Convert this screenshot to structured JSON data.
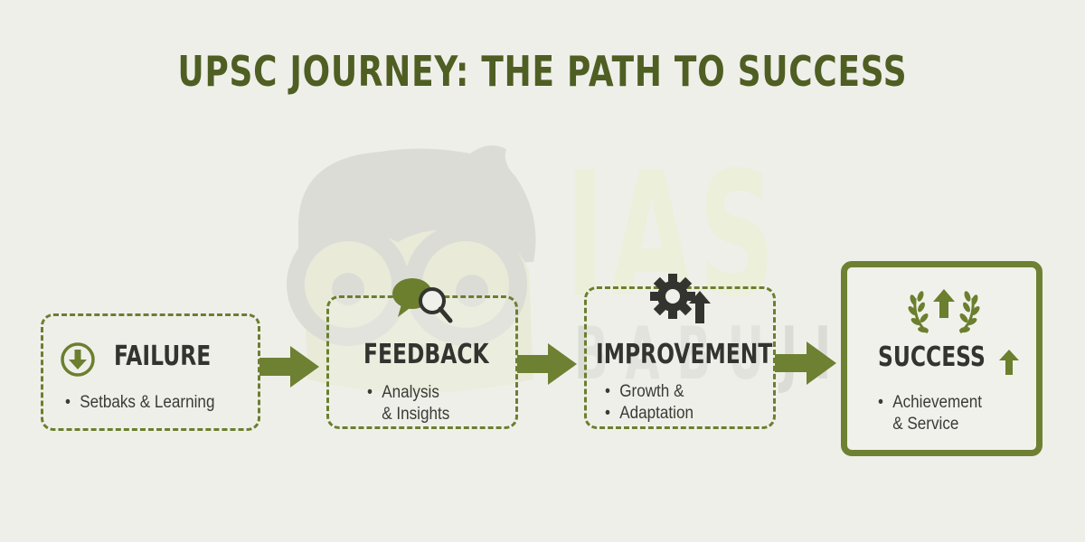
{
  "title": "UPSC JOURNEY: THE PATH TO SUCCESS",
  "watermark": {
    "line1": "IAS",
    "line2": "BABUJI"
  },
  "colors": {
    "accent": "#6b7f2e",
    "title": "#4f5e22",
    "text": "#333330",
    "background": "#efefea"
  },
  "stages": [
    {
      "heading": "FAILURE",
      "icon": "down-arrow-circle-icon",
      "bullets": [
        "Setbaks & Learning"
      ],
      "border": "dashed"
    },
    {
      "heading": "FEEDBACK",
      "icon": "chat-magnifier-icon",
      "bullets": [
        "Analysis",
        "& Insights"
      ],
      "border": "dashed"
    },
    {
      "heading": "IMPROVEMENT",
      "icon": "gear-up-arrow-icon",
      "bullets": [
        "Growth &",
        "Adaptation"
      ],
      "border": "dashed"
    },
    {
      "heading": "SUCCESS",
      "icon": "laurel-up-arrow-icon",
      "side_icon": "up-arrow-icon",
      "bullets": [
        "Achievement",
        "& Service"
      ],
      "border": "solid"
    }
  ],
  "connectors": [
    "right-arrow-icon",
    "right-arrow-icon",
    "right-arrow-icon"
  ]
}
